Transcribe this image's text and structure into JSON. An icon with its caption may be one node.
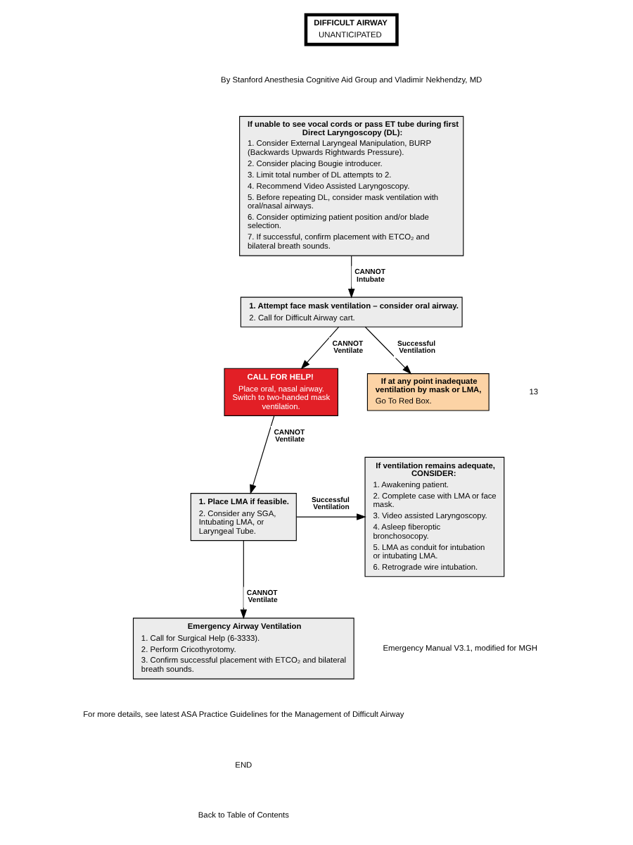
{
  "diagram": {
    "nodes": [
      {
        "text": [
          "DIFFICULT AIRWAY",
          "UNANTICIPATED"
        ]
      },
      {
        "text": [
          "If unable to see vocal cords or pass ET tube during first Direct Laryngoscopy (DL):",
          "1. Consider External Laryngeal Manipulation, BURP (Backwards Upwards Rightwards Pressure).",
          "2. Consider placing Bougie introducer.",
          "3. Limit total number of DL attempts to 2.",
          "4. Recommend Video Assisted Laryngoscopy.",
          "5. Before repeating DL, consider mask ventilation with oral/nasal airways.",
          "6. Consider optimizing patient position and/or blade selection.",
          "7. If successful, confirm placement with ETCO₂ and bilateral breath sounds."
        ]
      },
      {
        "text": [
          "1. Attempt face mask ventilation – consider oral airway.",
          "2. Call for Difficult Airway cart."
        ]
      },
      {
        "text": [
          "CALL FOR HELP!",
          "Place oral, nasal airway. Switch to two-handed mask ventilation."
        ]
      },
      {
        "text": [
          "If at any point inadequate ventilation by mask or LMA,",
          "Go To Red Box."
        ]
      },
      {
        "text": [
          "If ventilation remains adequate, CONSIDER:",
          "1. Awakening patient.",
          "2. Complete case with LMA or face mask.",
          "3. Video assisted Laryngoscopy.",
          "4. Asleep fiberoptic bronchosocopy.",
          "5. LMA as conduit for intubation or intubating LMA.",
          "6. Retrograde wire intubation."
        ]
      },
      {
        "text": [
          "1. Place LMA if feasible.",
          "2. Consider any SGA, Intubating LMA, or Laryngeal Tube."
        ]
      },
      {
        "text": [
          "Emergency Airway Ventilation",
          "1. Call for Surgical Help (6-3333).",
          "2. Perform Cricothyrotomy.",
          "3. Confirm successful placement with ETCO₂ and bilateral breath sounds."
        ]
      }
    ],
    "edges": [
      {
        "from": 1,
        "to": 2,
        "arrow": "to",
        "label": "CANNOT Intubate"
      },
      {
        "from": 2,
        "to": 3,
        "arrow": "to",
        "label": "CANNOT Ventilate"
      },
      {
        "from": 2,
        "to": 4,
        "arrow": "to",
        "label": "Successful Ventilation"
      },
      {
        "from": 3,
        "to": 6,
        "arrow": "to",
        "label": "CANNOT Ventilate"
      },
      {
        "from": 6,
        "to": 5,
        "arrow": "to",
        "label": "Successful Ventilation"
      },
      {
        "from": 6,
        "to": 7,
        "arrow": "to",
        "label": "CANNOT Ventilate"
      }
    ],
    "labels": [
      "By Stanford Anesthesia Cognitive Aid Group and Vladimir Nekhendzy, MD",
      "13",
      "Emergency Manual V3.1, modified for MGH",
      "For more details, see latest ASA Practice Guidelines for the Management of Difficult Airway",
      "END",
      "Back to Table of Contents"
    ]
  }
}
